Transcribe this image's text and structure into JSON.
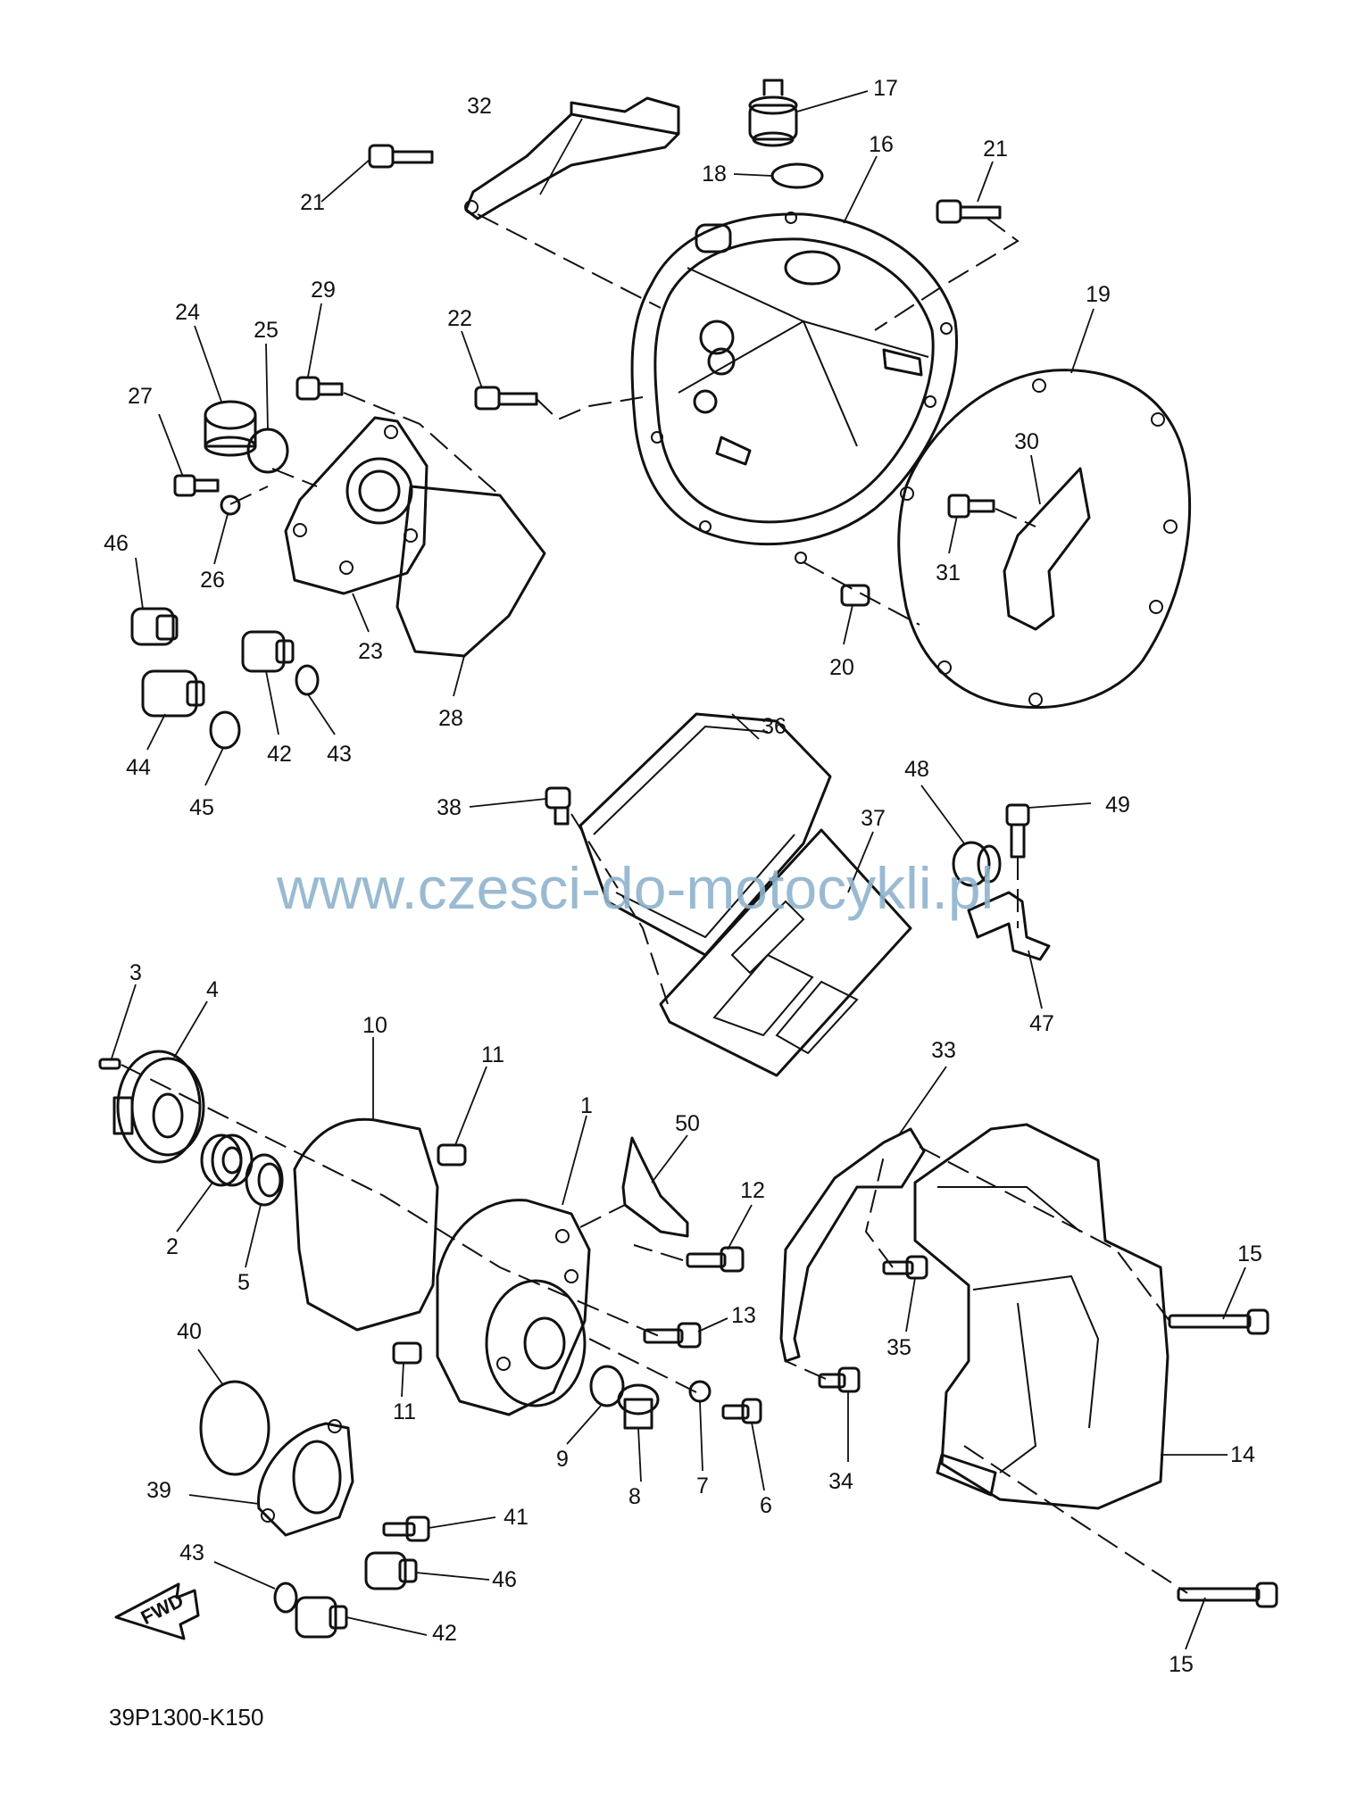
{
  "diagram": {
    "catalog_code": "39P1300-K150",
    "watermark": "www.czesci-do-motocykli.pl",
    "fwd_label": "FWD",
    "callouts": [
      "1",
      "2",
      "3",
      "4",
      "5",
      "6",
      "7",
      "8",
      "9",
      "10",
      "11",
      "11",
      "12",
      "13",
      "14",
      "15",
      "15",
      "16",
      "17",
      "18",
      "19",
      "20",
      "21",
      "21",
      "22",
      "23",
      "24",
      "25",
      "26",
      "27",
      "28",
      "29",
      "30",
      "31",
      "32",
      "33",
      "34",
      "35",
      "36",
      "37",
      "38",
      "39",
      "40",
      "41",
      "42",
      "42",
      "43",
      "43",
      "44",
      "45",
      "46",
      "46",
      "47",
      "48",
      "49",
      "50"
    ]
  }
}
